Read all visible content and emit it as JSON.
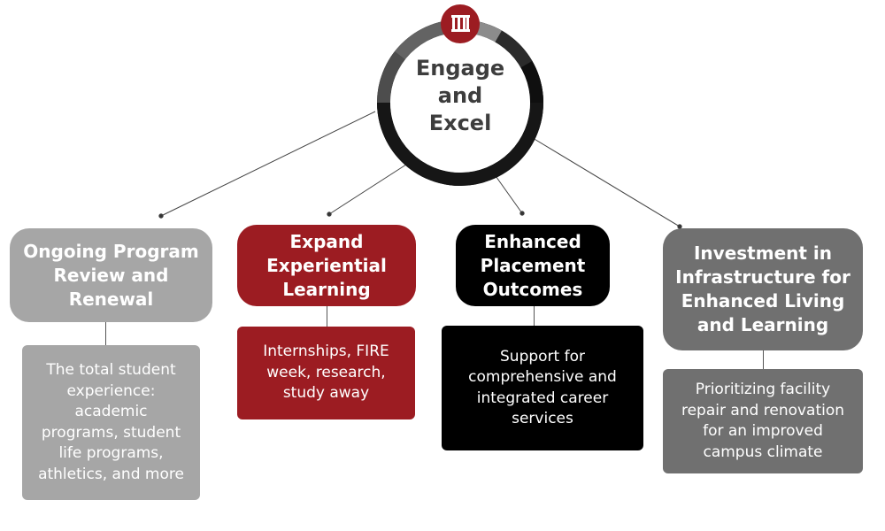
{
  "hub": {
    "title_lines": [
      "Engage",
      "and",
      "Excel"
    ],
    "logo_icon": "wu-monogram-icon",
    "ring_colors": [
      "#161616",
      "#4d4d4d",
      "#636363",
      "#8c8c8c",
      "#2b2b2b",
      "#0f0f0f"
    ],
    "logo_color": "#9c1c22"
  },
  "pillars": [
    {
      "title_lines": [
        "Ongoing Program",
        "Review and",
        "Renewal"
      ],
      "description_lines": [
        "The total student",
        "experience:",
        "academic",
        "programs, student",
        "life programs,",
        "athletics, and more"
      ],
      "color": "#a6a6a6"
    },
    {
      "title_lines": [
        "Expand",
        "Experiential",
        "Learning"
      ],
      "description_lines": [
        "Internships, FIRE",
        "week, research,",
        "study away"
      ],
      "color": "#9c1c22"
    },
    {
      "title_lines": [
        "Enhanced",
        "Placement",
        "Outcomes"
      ],
      "description_lines": [
        "Support for",
        "comprehensive and",
        "integrated career",
        "services"
      ],
      "color": "#000000"
    },
    {
      "title_lines": [
        "Investment in",
        "Infrastructure for",
        "Enhanced Living",
        "and Learning"
      ],
      "description_lines": [
        "Prioritizing facility",
        "repair and renovation",
        "for an improved",
        "campus climate"
      ],
      "color": "#707070"
    }
  ]
}
